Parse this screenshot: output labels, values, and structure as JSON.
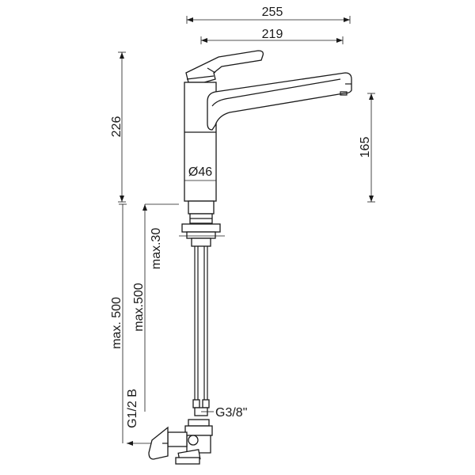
{
  "dimensions": {
    "width_overall": "255",
    "width_spout": "219",
    "height_total": "226",
    "height_spout": "165",
    "diameter_body": "Ø46",
    "max_deck_thickness": "max.30",
    "max_hose_length": "max.500",
    "max_total_length": "max. 500",
    "inlet_thread": "G1/2 B",
    "hose_thread": "G3/8\""
  }
}
